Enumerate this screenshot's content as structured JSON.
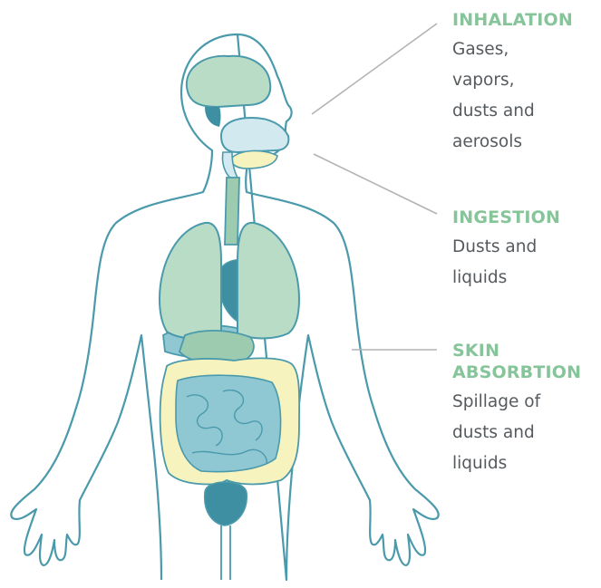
{
  "colors": {
    "outline": "#4a9aac",
    "title_green": "#86c49a",
    "organ_green": "#b9dcc6",
    "organ_green_dark": "#9ccbb0",
    "organ_blue": "#d2e9f0",
    "organ_teal": "#8fc7d3",
    "organ_teal_dark": "#3f8fa2",
    "colon_yellow": "#f6f3bf",
    "leader_line": "#b3b3b3",
    "desc_text": "#555a5e"
  },
  "routes": {
    "inhalation": {
      "title": "INHALATION",
      "desc": [
        "Gases,",
        "vapors,",
        "dusts and",
        "aerosols"
      ]
    },
    "ingestion": {
      "title": "INGESTION",
      "desc": [
        "Dusts and",
        "liquids"
      ]
    },
    "skin": {
      "title": "SKIN\nABSORBTION",
      "desc": [
        "Spillage of",
        "dusts and",
        "liquids"
      ]
    }
  }
}
